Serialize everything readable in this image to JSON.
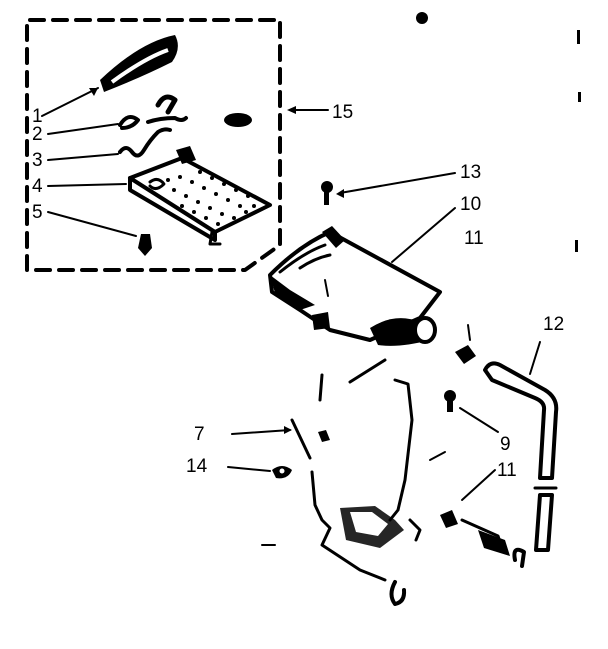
{
  "diagram": {
    "ink_color": "#000000",
    "background_color": "#ffffff",
    "callouts": {
      "c1": "1",
      "c2": "2",
      "c3": "3",
      "c4": "4",
      "c5": "5",
      "c15": "15",
      "c13": "13",
      "c10": "10",
      "c11a": "11",
      "c12": "12",
      "c7": "7",
      "c14": "14",
      "c9": "9",
      "c11b": "11"
    },
    "parts": [
      {
        "ref": "1",
        "icon": "grille-handle-icon"
      },
      {
        "ref": "2",
        "icon": "hinge-clip-icon"
      },
      {
        "ref": "3",
        "icon": "spring-clip-icon"
      },
      {
        "ref": "4",
        "icon": "perforated-grille-icon"
      },
      {
        "ref": "5",
        "icon": "screw-icon"
      },
      {
        "ref": "15",
        "icon": "grille-assembly-kit-icon"
      },
      {
        "ref": "13",
        "icon": "screw-icon"
      },
      {
        "ref": "10",
        "icon": "tub-housing-icon"
      },
      {
        "ref": "12",
        "icon": "drain-hose-icon"
      },
      {
        "ref": "7",
        "icon": "lever-icon"
      },
      {
        "ref": "14",
        "icon": "washer-icon"
      },
      {
        "ref": "9",
        "icon": "screw-icon"
      }
    ]
  }
}
